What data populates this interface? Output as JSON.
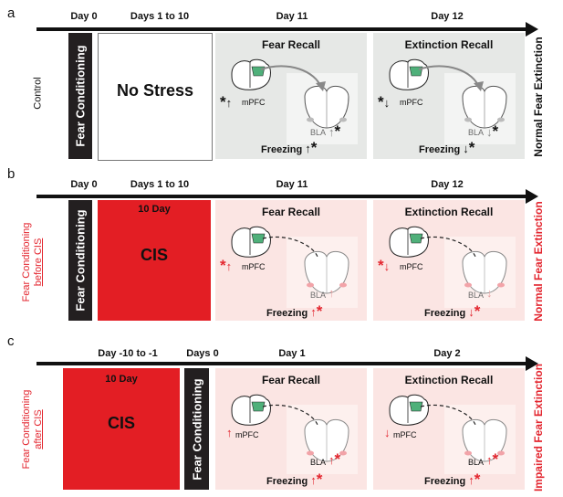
{
  "panels": [
    {
      "letter": "a",
      "timeline": [
        "Day 0",
        "Days 1 to 10",
        "Day 11",
        "Day 12"
      ],
      "side_label": "Control",
      "conditioning": "Fear Conditioning",
      "treatment": "No Stress",
      "recall_title": "Fear Recall",
      "extinction_title": "Extinction Recall",
      "mpfc": "mPFC",
      "bla": "BLA",
      "freezing": "Freezing",
      "outcome": "Normal Fear Extinction",
      "colors": {
        "accent": "#111111",
        "box_bg": "#e6e8e6"
      }
    },
    {
      "letter": "b",
      "timeline": [
        "Day 0",
        "Days 1 to 10",
        "Day 11",
        "Day 12"
      ],
      "side_label_line1": "Fear Conditioning",
      "side_label_line2": "before CIS",
      "conditioning": "Fear Conditioning",
      "treatment_top": "10 Day",
      "treatment": "CIS",
      "recall_title": "Fear Recall",
      "extinction_title": "Extinction Recall",
      "mpfc": "mPFC",
      "bla": "BLA",
      "freezing": "Freezing",
      "outcome": "Normal Fear Extinction",
      "colors": {
        "accent": "#e3262f",
        "box_bg": "#fbe5e3",
        "cis": "#e31e24"
      }
    },
    {
      "letter": "c",
      "timeline": [
        "Day -10 to -1",
        "Days 0",
        "Day 1",
        "Day 2"
      ],
      "side_label_line1": "Fear Conditioning",
      "side_label_line2": "after CIS",
      "conditioning": "Fear Conditioning",
      "treatment_top": "10 Day",
      "treatment": "CIS",
      "recall_title": "Fear Recall",
      "extinction_title": "Extinction Recall",
      "mpfc": "mPFC",
      "bla": "BLA",
      "freezing": "Freezing",
      "outcome": "Impaired Fear Extinction",
      "colors": {
        "accent": "#e3262f",
        "box_bg": "#fbe5e3",
        "cis": "#e31e24"
      }
    }
  ]
}
